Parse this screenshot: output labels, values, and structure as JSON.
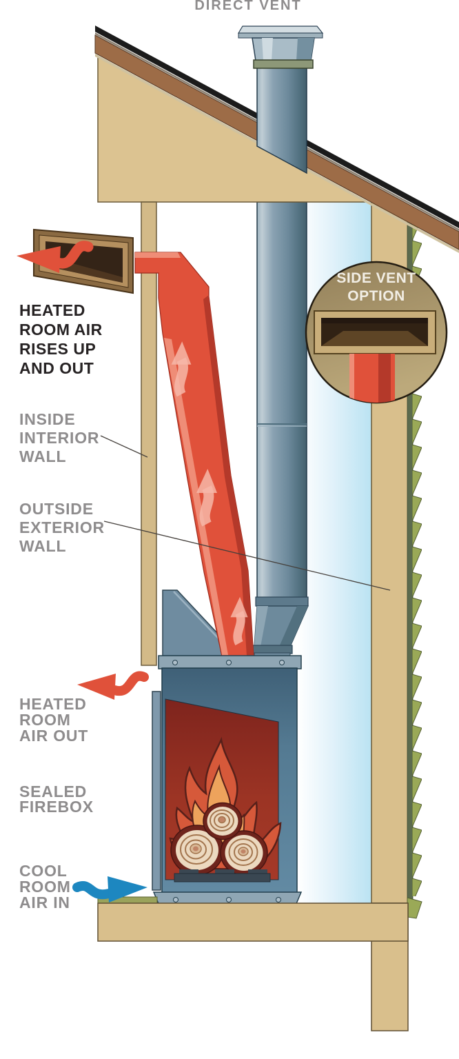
{
  "title": "DIRECT VENT",
  "labels": {
    "heated_rises": {
      "lines": [
        "HEATED",
        "ROOM AIR",
        "RISES UP",
        "AND OUT"
      ]
    },
    "inside_wall": {
      "lines": [
        "INSIDE",
        "INTERIOR",
        "WALL"
      ]
    },
    "outside_wall": {
      "lines": [
        "OUTSIDE",
        "EXTERIOR",
        "WALL"
      ]
    },
    "heated_out": {
      "lines": [
        "HEATED",
        "ROOM",
        "AIR OUT"
      ]
    },
    "sealed_firebox": {
      "lines": [
        "SEALED",
        "FIREBOX"
      ]
    },
    "cool_in": {
      "lines": [
        "COOL",
        "ROOM",
        "AIR IN"
      ]
    },
    "side_vent": {
      "lines": [
        "SIDE VENT",
        "OPTION"
      ]
    }
  },
  "icons": {
    "heated_air_out_top": "red-wavy-arrow-left",
    "heated_air_out_firebox": "red-wavy-arrow-left",
    "cool_air_in": "blue-wavy-arrow-right",
    "duct_airflow": "pale-wavy-arrow-up",
    "flame": "stylized-flame",
    "logs": "log-end-rings"
  },
  "colors": {
    "accent_red": "#e0513a",
    "accent_red_dark": "#b4392a",
    "accent_red_light": "#ef8d77",
    "accent_blue": "#1d87c0",
    "wood_tan": "#d9bf8c",
    "fascia_brown": "#9d6c47",
    "pipe_blue_gray": "#6d8a9c",
    "cavity_blue": "#bfe3f2",
    "siding_green": "#9aa957",
    "firebox_interior_red": "#8c2b21",
    "fire_orange": "#eda35c",
    "circle_brown": "#a08a5e",
    "label_gray": "#8e8c8d",
    "label_black": "#262223",
    "callout_text_white": "#f2eee5"
  }
}
